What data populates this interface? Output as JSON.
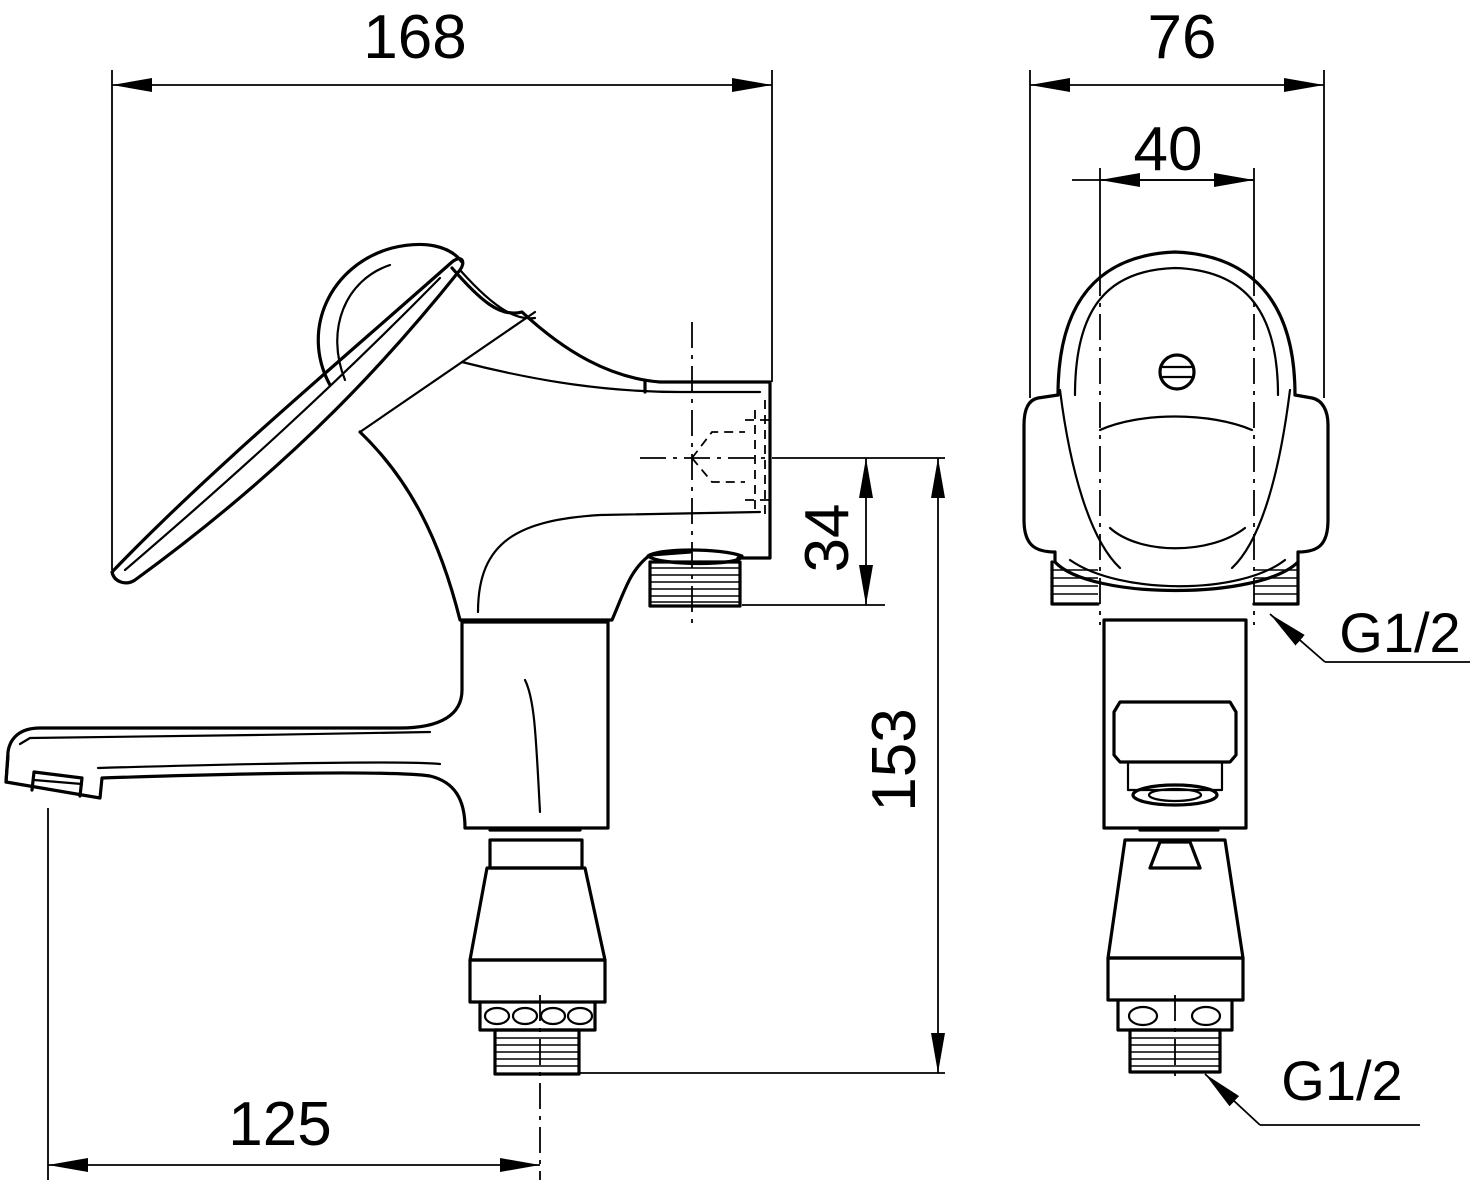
{
  "dimensions": {
    "overall_length": "168",
    "overall_depth": "76",
    "lever_width": "40",
    "inlet_height": "34",
    "total_height": "153",
    "spout_reach": "125"
  },
  "threads": {
    "side_connection": "G1/2",
    "bottom_connection": "G1/2"
  }
}
